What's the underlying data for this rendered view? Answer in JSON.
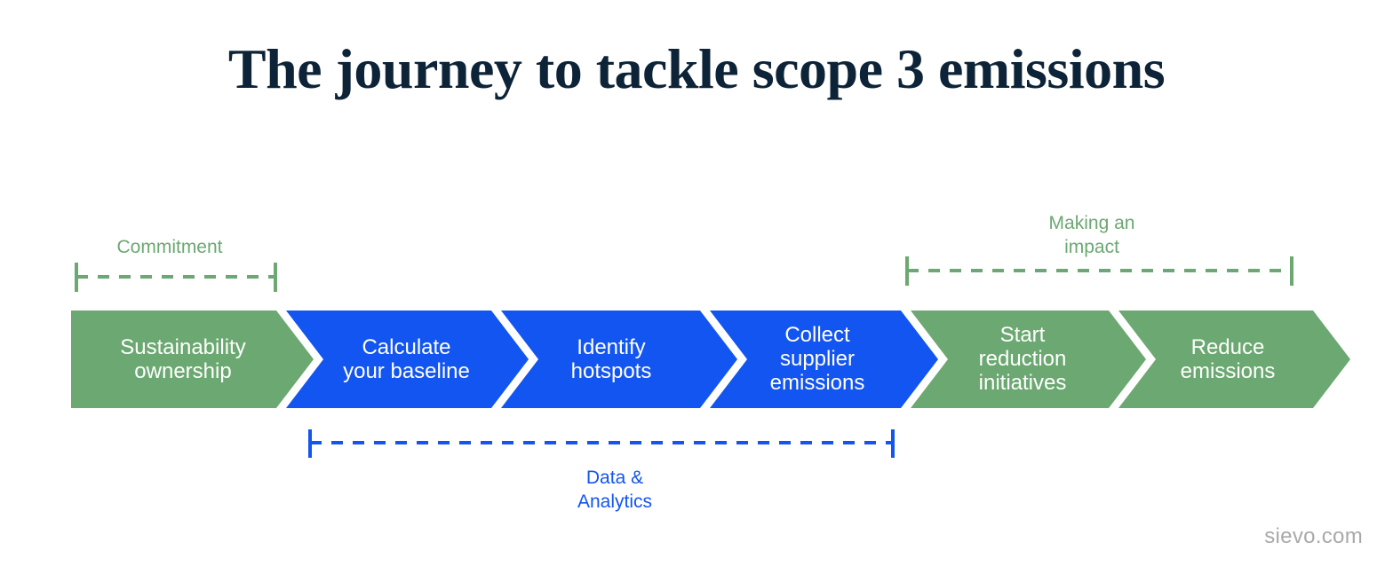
{
  "page": {
    "title": "The journey to tackle scope 3 emissions",
    "watermark": "sievo.com",
    "background": "#ffffff",
    "title_color": "#0d2338"
  },
  "colors": {
    "green": "#6ca871",
    "blue": "#1355f0",
    "label_text": "#ffffff",
    "watermark": "#a9a9a9"
  },
  "chart_data": {
    "type": "diagram",
    "subtype": "chevron-process-flow",
    "title": "The journey to tackle scope 3 emissions",
    "steps": [
      {
        "index": 1,
        "label": "Sustainability\nownership",
        "color": "#6ca871",
        "phase": "Commitment"
      },
      {
        "index": 2,
        "label": "Calculate\nyour baseline",
        "color": "#1355f0",
        "phase": "Data & Analytics"
      },
      {
        "index": 3,
        "label": "Identify\nhotspots",
        "color": "#1355f0",
        "phase": "Data & Analytics"
      },
      {
        "index": 4,
        "label": "Collect\nsupplier\nemissions",
        "color": "#1355f0",
        "phase": "Data & Analytics"
      },
      {
        "index": 5,
        "label": "Start\nreduction\ninitiatives",
        "color": "#6ca871",
        "phase": "Making an impact"
      },
      {
        "index": 6,
        "label": "Reduce\nemissions",
        "color": "#6ca871",
        "phase": "Making an impact"
      }
    ],
    "phases": [
      {
        "name": "Commitment",
        "label": "Commitment",
        "color": "#6ca871",
        "position": "above",
        "covers_steps": [
          1
        ]
      },
      {
        "name": "Making an impact",
        "label": "Making an\nimpact",
        "color": "#6ca871",
        "position": "above",
        "covers_steps": [
          5,
          6
        ]
      },
      {
        "name": "Data & Analytics",
        "label": "Data &\nAnalytics",
        "color": "#1355f0",
        "position": "below",
        "covers_steps": [
          2,
          3,
          4
        ]
      }
    ]
  },
  "flow": {
    "steps": [
      {
        "label": "Sustainability\nownership"
      },
      {
        "label": "Calculate\nyour baseline"
      },
      {
        "label": "Identify\nhotspots"
      },
      {
        "label": "Collect\nsupplier\nemissions"
      },
      {
        "label": "Start\nreduction\ninitiatives"
      },
      {
        "label": "Reduce\nemissions"
      }
    ]
  },
  "brackets": {
    "commitment": {
      "label": "Commitment"
    },
    "impact": {
      "label": "Making an\nimpact"
    },
    "data_analytics": {
      "label": "Data &\nAnalytics"
    }
  }
}
